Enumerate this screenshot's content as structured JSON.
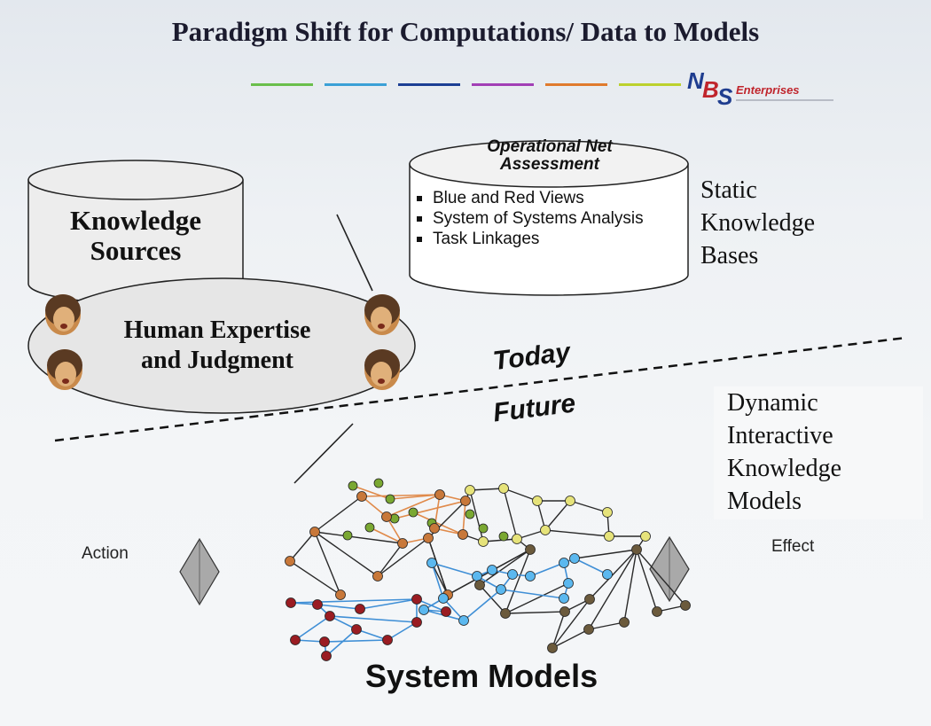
{
  "title": "Paradigm Shift for Computations/ Data to Models",
  "logo": {
    "letters": [
      "N",
      "B",
      "S"
    ],
    "word": "Enterprises",
    "colors": {
      "blue": "#1f3d8f",
      "red": "#c0252c"
    }
  },
  "decorative_line_colors": [
    "#6abf4b",
    "#3aa0d6",
    "#1c3f94",
    "#a23fb5",
    "#e07b2d",
    "#bcd12d"
  ],
  "knowledge_sources": {
    "line1": "Knowledge",
    "line2": "Sources"
  },
  "human_expertise": {
    "line1": "Human Expertise",
    "line2": "and Judgment",
    "icon": "person-face-icon"
  },
  "operational_db": {
    "title_line1": "Operational Net",
    "title_line2": "Assessment",
    "items": [
      "Blue and Red Views",
      "System of Systems Analysis",
      "Task Linkages"
    ]
  },
  "static_kb": {
    "line1": "Static",
    "line2": "Knowledge",
    "line3": "Bases"
  },
  "divider": {
    "today": "Today",
    "future": "Future"
  },
  "dynamic_models": {
    "line1": "Dynamic",
    "line2": "Interactive",
    "line3": "Knowledge",
    "line4": "Models"
  },
  "action_label": "Action",
  "effect_label": "Effect",
  "system_models_label": "System Models",
  "network_colors": {
    "green": "#7aa832",
    "orange": "#c8783a",
    "yellow": "#e6e37a",
    "brown": "#6b5a3c",
    "blue": "#5bb8ef",
    "red": "#9a1c22",
    "edge_blue": "#3f8fd6",
    "edge_orange": "#e08a4a",
    "edge_dark": "#2a2a2a"
  }
}
